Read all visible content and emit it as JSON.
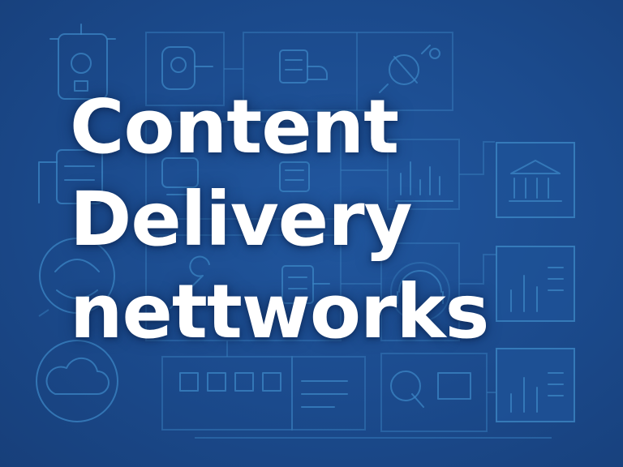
{
  "headline": {
    "line1": "Content",
    "line2": "Delivery",
    "line3": "nettworks"
  },
  "colors": {
    "background": "#1b4a8c",
    "line_art": "#3c86c4",
    "text": "#ffffff"
  }
}
